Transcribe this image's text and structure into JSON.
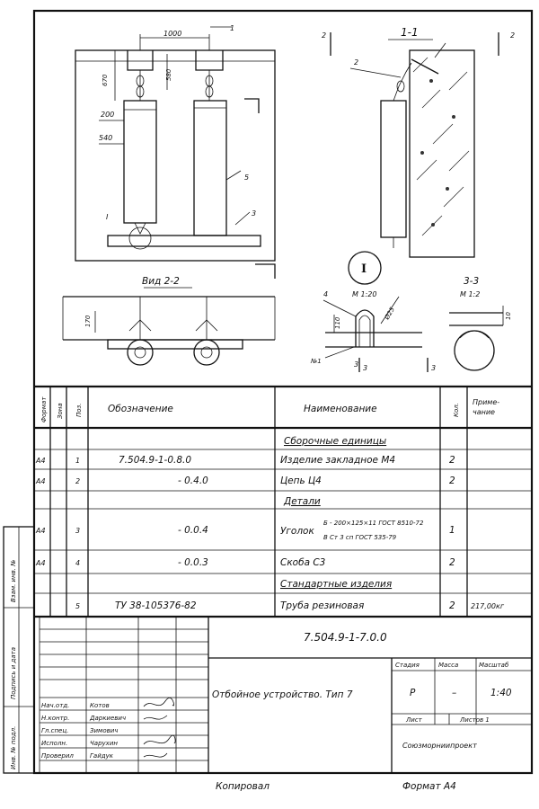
{
  "drawing": {
    "dims": [
      "1000",
      "670",
      "580",
      "200",
      "540",
      "170",
      "110",
      "Ø25",
      "10"
    ],
    "part_labels": [
      "1",
      "2",
      "5",
      "3",
      "I",
      "4",
      "3",
      "2",
      "2",
      "3",
      "3"
    ],
    "section_1_1": "1-1",
    "view_2_2": "Вид 2-2",
    "detail_I": {
      "roman": "I",
      "scale": "М 1:20"
    },
    "section_3_3": {
      "title": "3-3",
      "scale": "М 1:2"
    },
    "callout_n1": "№1"
  },
  "table": {
    "headers": {
      "format": "Формат",
      "zone": "Зона",
      "pos": "Поз.",
      "designation": "Обозначение",
      "name": "Наименование",
      "qty": "Кол.",
      "note": "Приме-\nчание"
    },
    "rows": [
      {
        "format": "",
        "pos": "",
        "designation": "",
        "name": "Сборочные единицы",
        "qty": "",
        "note": "",
        "section": true
      },
      {
        "format": "А4",
        "pos": "1",
        "designation": "7.504.9-1-0.8.0",
        "name": "Изделие закладное М4",
        "qty": "2",
        "note": ""
      },
      {
        "format": "А4",
        "pos": "2",
        "designation": "- 0.4.0",
        "name": "Цепь Ц4",
        "qty": "2",
        "note": ""
      },
      {
        "format": "",
        "pos": "",
        "designation": "",
        "name": "Детали",
        "qty": "",
        "note": "",
        "section": true
      },
      {
        "format": "А4",
        "pos": "3",
        "designation": "- 0.0.4",
        "name": "Уголок",
        "name_line1": "Б - 200×125×11 ГОСТ 8510-72",
        "name_line2": "В Ст 3 сп ГОСТ 535-79",
        "qty": "1",
        "note": ""
      },
      {
        "format": "А4",
        "pos": "4",
        "designation": "- 0.0.3",
        "name": "Скоба С3",
        "qty": "2",
        "note": ""
      },
      {
        "format": "",
        "pos": "",
        "designation": "",
        "name": "Стандартные изделия",
        "qty": "",
        "note": "",
        "section": true
      },
      {
        "format": "",
        "pos": "5",
        "designation": "ТУ 38-105376-82",
        "name": "Труба резиновая",
        "qty": "2",
        "note": "217,00кг"
      }
    ]
  },
  "title_block": {
    "doc_number": "7.504.9-1-7.0.0",
    "title": "Отбойное устройство. Тип 7",
    "stage_label": "Стадия",
    "mass_label": "Масса",
    "scale_label": "Масштаб",
    "stage": "Р",
    "mass": "–",
    "scale": "1:40",
    "sheet_label": "Лист",
    "sheets_label": "Листов 1",
    "org": "Союзморниипроект",
    "roles": [
      {
        "role": "Нач.отд.",
        "name": "Котов"
      },
      {
        "role": "Н.контр.",
        "name": "Даркиевич"
      },
      {
        "role": "Гл.спец.",
        "name": "Зимович"
      },
      {
        "role": "Исполн.",
        "name": "Чарухин"
      },
      {
        "role": "Проверил",
        "name": "Гайдук"
      }
    ]
  },
  "side_stamp": {
    "inv_no": "Инв. № подл.",
    "sign_date": "Подпись и дата",
    "vzam_inv": "Взам. инв. №"
  },
  "footer": {
    "copied": "Копировал",
    "format": "Формат А4"
  }
}
